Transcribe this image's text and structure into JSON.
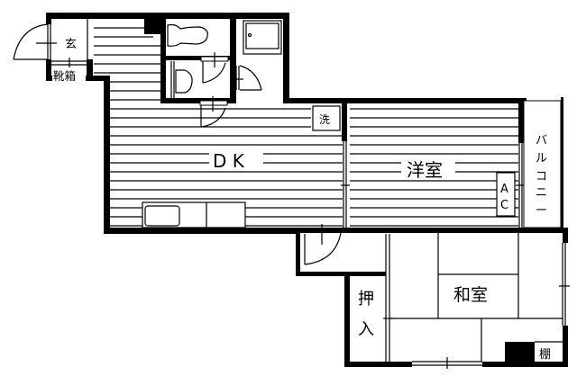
{
  "floorplan": {
    "rooms": {
      "entrance": "玄",
      "shoe_box": "靴箱",
      "dk": "D K",
      "western_room": "洋室",
      "japanese_room": "和室",
      "closet_top": "押",
      "closet_bottom": "入",
      "shelf": "棚",
      "washer": "洗",
      "balcony": [
        "バ",
        "ル",
        "コ",
        "ニ",
        "ー"
      ],
      "ac_top": "A",
      "ac_bottom": "C"
    },
    "colors": {
      "wall": "#000000",
      "background": "#ffffff"
    }
  }
}
